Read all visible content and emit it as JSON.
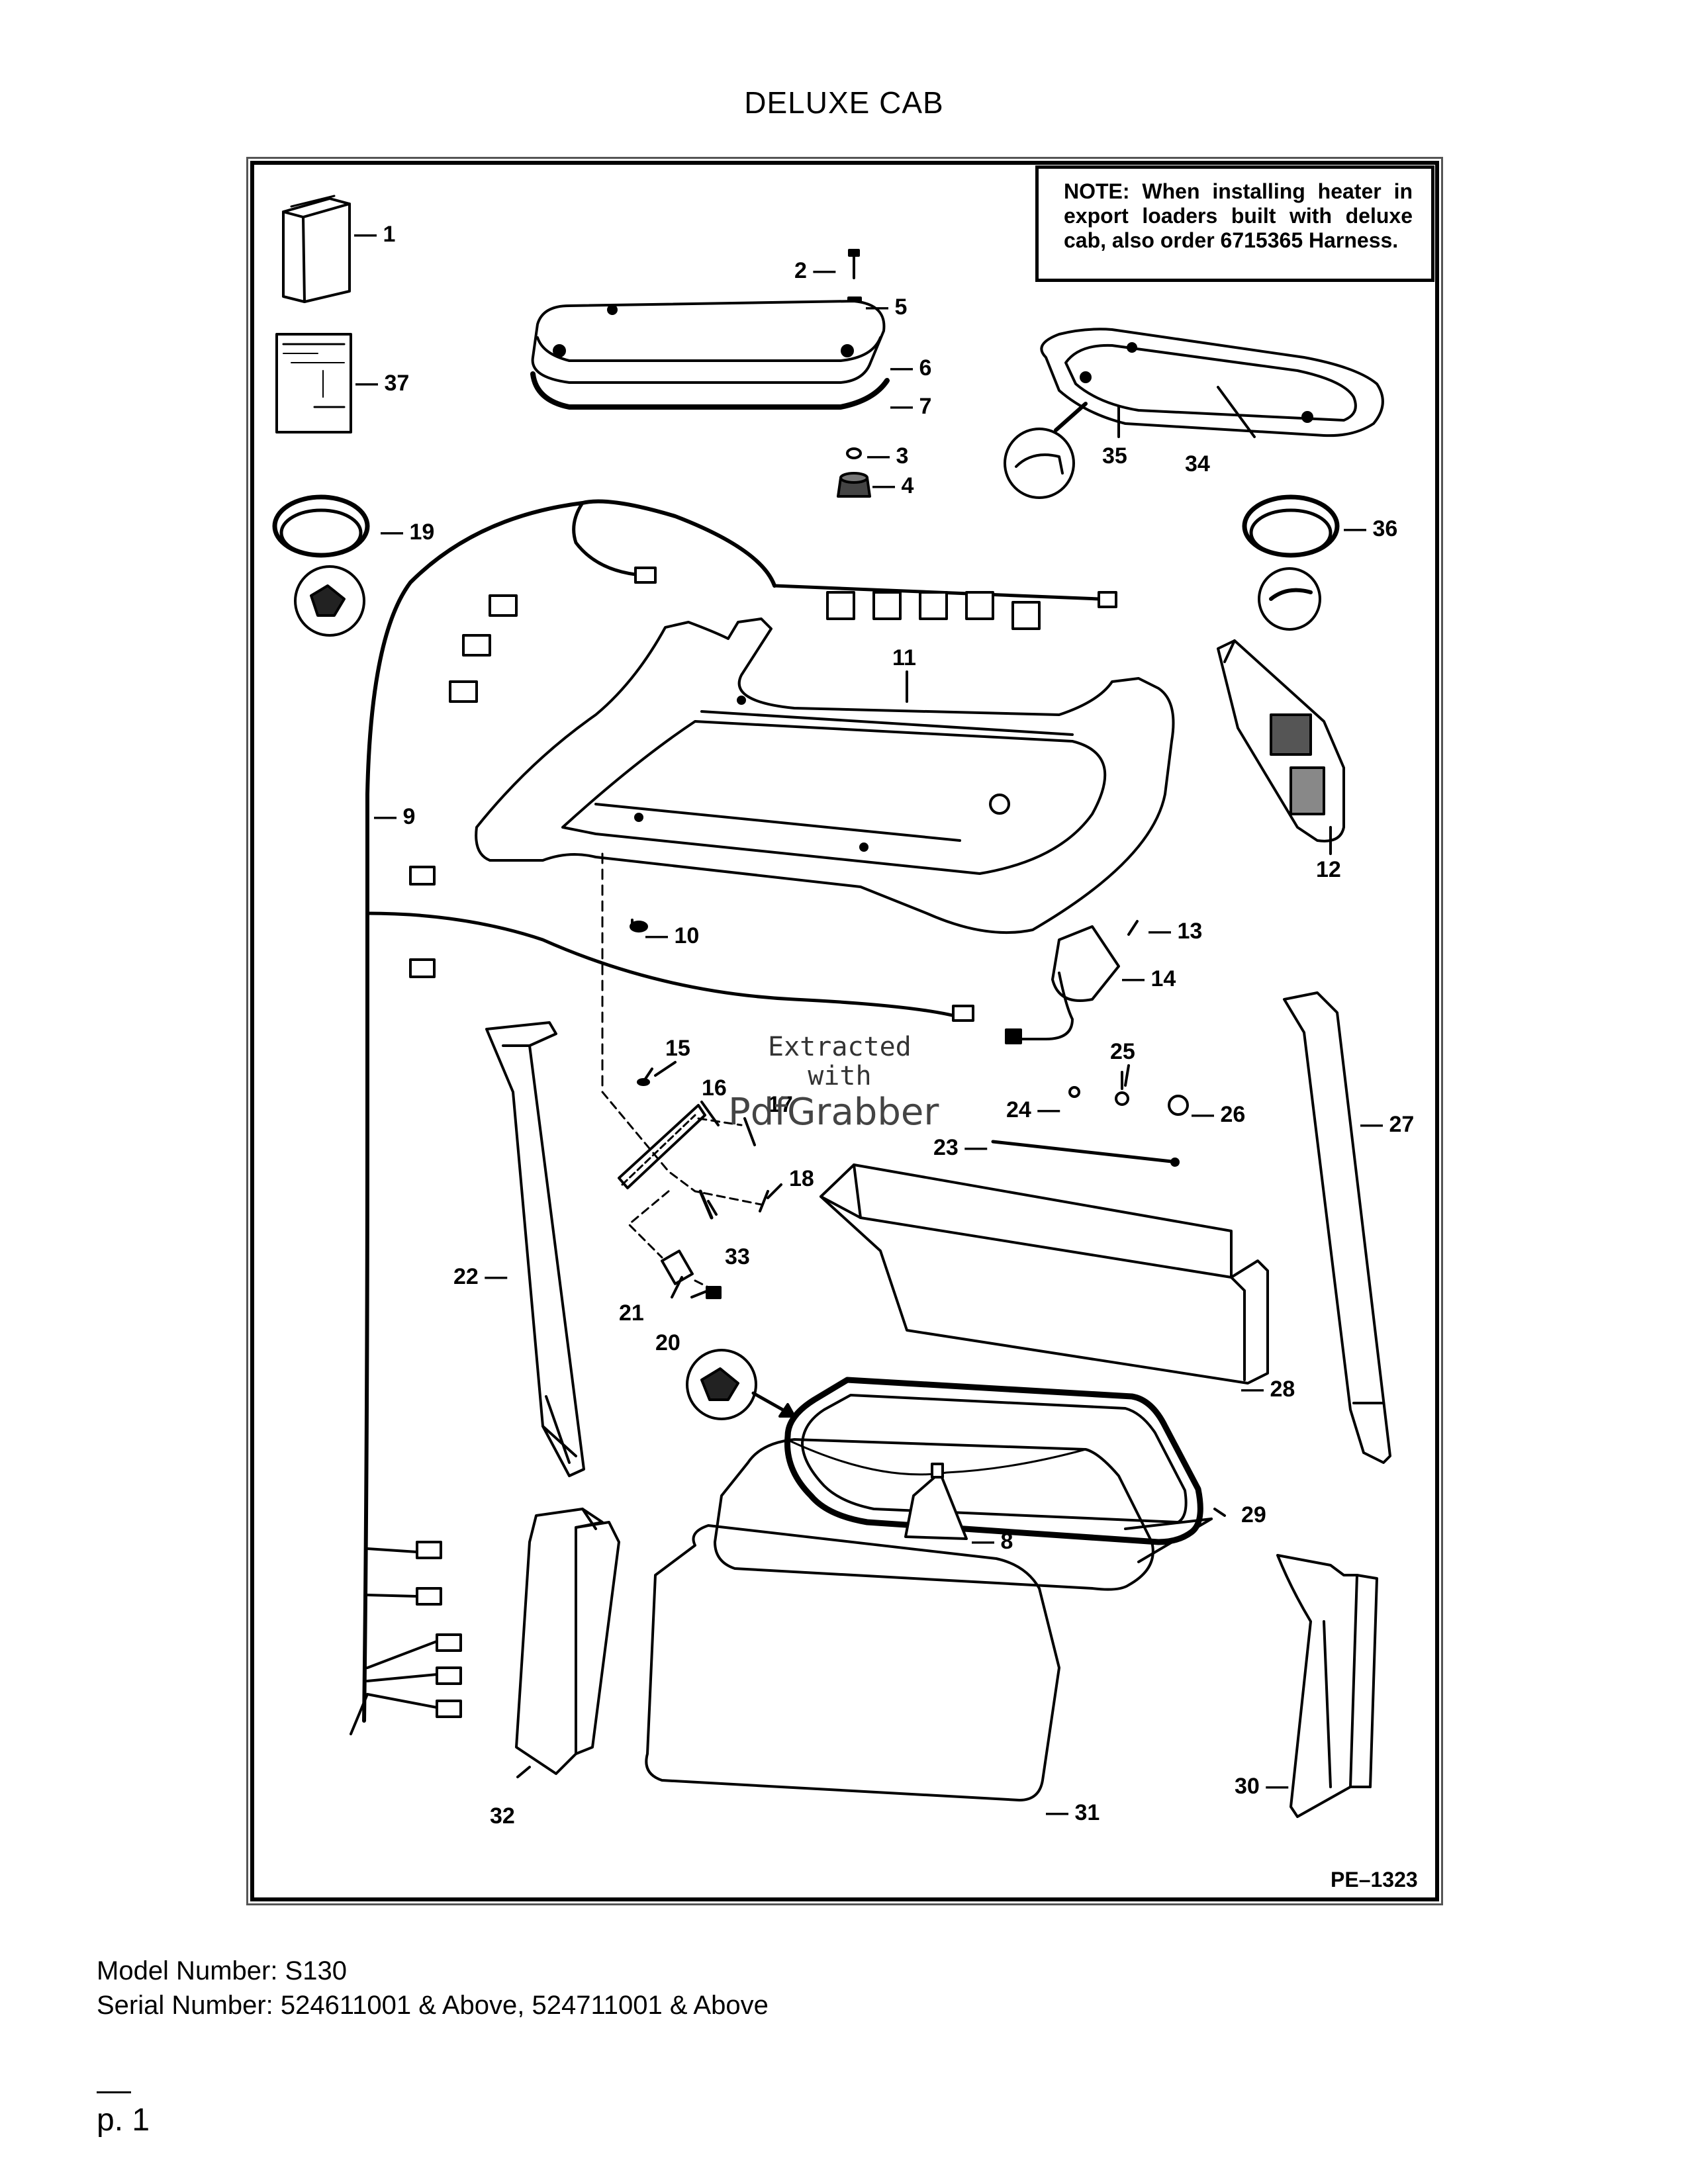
{
  "page": {
    "title": "DELUXE CAB",
    "reference_code": "PE–1323",
    "model_number": "Model Number: S130",
    "serial_number": "Serial Number: 524611001 & Above, 524711001 & Above",
    "page_number": "p. 1"
  },
  "note": {
    "label": "NOTE:",
    "text": "When installing heater in export loaders built with deluxe cab, also order 6715365 Harness."
  },
  "watermark": {
    "line1": "Extracted",
    "line2": "with",
    "brand": "PdfGrabber"
  },
  "callouts": [
    {
      "id": "c1",
      "label": "— 1"
    },
    {
      "id": "c2",
      "label": "2 —"
    },
    {
      "id": "c3",
      "label": "— 3"
    },
    {
      "id": "c4",
      "label": "— 4"
    },
    {
      "id": "c5",
      "label": "— 5"
    },
    {
      "id": "c6",
      "label": "— 6"
    },
    {
      "id": "c7",
      "label": "— 7"
    },
    {
      "id": "c8",
      "label": "— 8"
    },
    {
      "id": "c9",
      "label": "— 9"
    },
    {
      "id": "c10",
      "label": "— 10"
    },
    {
      "id": "c11",
      "label": "11"
    },
    {
      "id": "c12",
      "label": "12"
    },
    {
      "id": "c13",
      "label": "— 13"
    },
    {
      "id": "c14",
      "label": "— 14"
    },
    {
      "id": "c15",
      "label": "15"
    },
    {
      "id": "c16",
      "label": "16"
    },
    {
      "id": "c17",
      "label": "17"
    },
    {
      "id": "c18",
      "label": "18"
    },
    {
      "id": "c19",
      "label": "— 19"
    },
    {
      "id": "c20",
      "label": "20"
    },
    {
      "id": "c21",
      "label": "21"
    },
    {
      "id": "c22",
      "label": "22 —"
    },
    {
      "id": "c23",
      "label": "23 —"
    },
    {
      "id": "c24",
      "label": "24 —"
    },
    {
      "id": "c25",
      "label": "25"
    },
    {
      "id": "c26",
      "label": "— 26"
    },
    {
      "id": "c27",
      "label": "— 27"
    },
    {
      "id": "c28",
      "label": "— 28"
    },
    {
      "id": "c29",
      "label": "29"
    },
    {
      "id": "c30",
      "label": "30 —"
    },
    {
      "id": "c31",
      "label": "— 31"
    },
    {
      "id": "c32",
      "label": "32"
    },
    {
      "id": "c33",
      "label": "33"
    },
    {
      "id": "c34",
      "label": "34"
    },
    {
      "id": "c35",
      "label": "35"
    },
    {
      "id": "c36",
      "label": "— 36"
    },
    {
      "id": "c37",
      "label": "— 37"
    }
  ]
}
